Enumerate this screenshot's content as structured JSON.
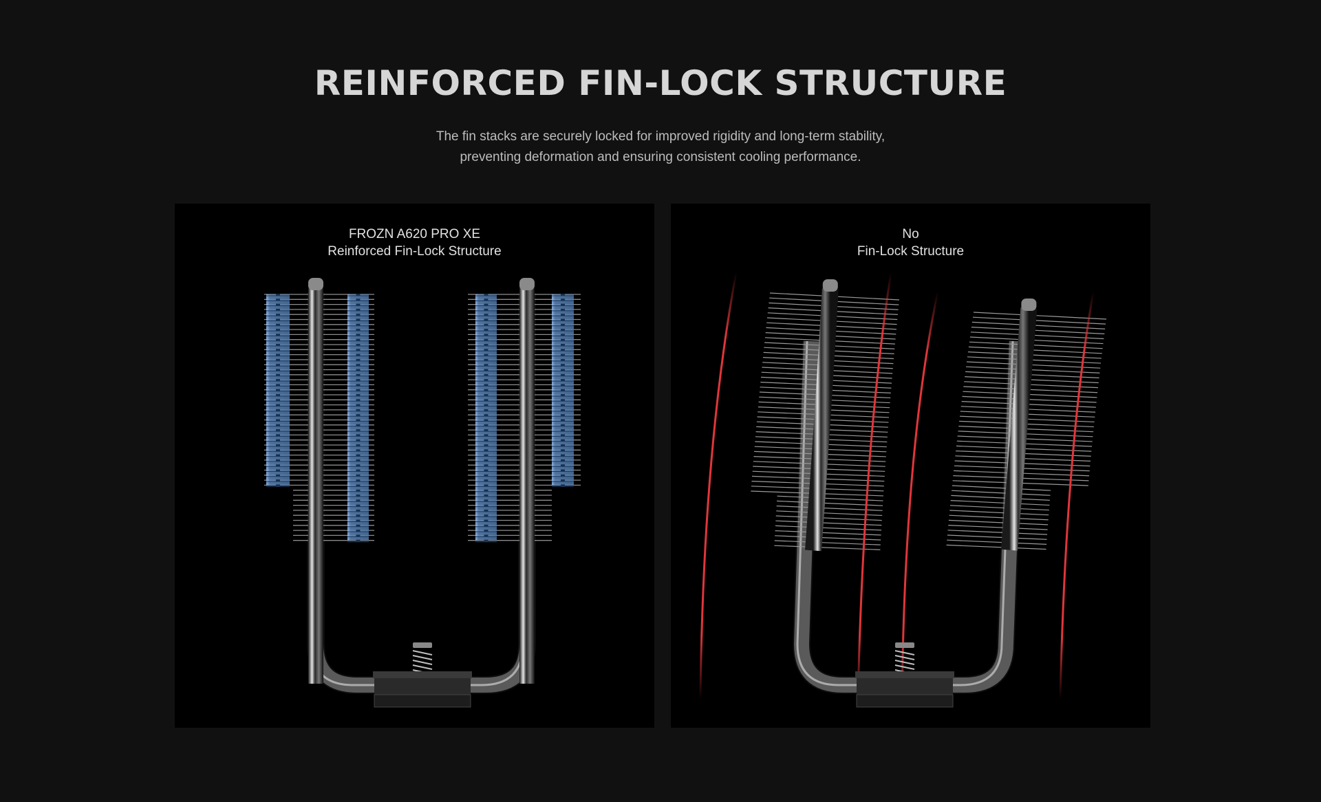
{
  "section": {
    "title": "REINFORCED FIN-LOCK STRUCTURE",
    "description_lines": [
      "The fin stacks are securely locked for improved rigidity and long-term stability,",
      "preventing deformation and ensuring consistent cooling performance."
    ]
  },
  "comparison": {
    "left": {
      "caption_line1": "FROZN A620 PRO XE",
      "caption_line2": "Reinforced Fin-Lock Structure",
      "image": "cooler-with-fin-lock",
      "accent_color": "#6f9fd6"
    },
    "right": {
      "caption_line1": "No",
      "caption_line2": "Fin-Lock Structure",
      "image": "cooler-without-fin-lock-deformed",
      "accent_color": "#e0363b"
    }
  },
  "colors": {
    "page_background": "#111111",
    "panel_background": "#000000",
    "title": "#d6d6d6",
    "body_text": "#bdbdbd"
  }
}
